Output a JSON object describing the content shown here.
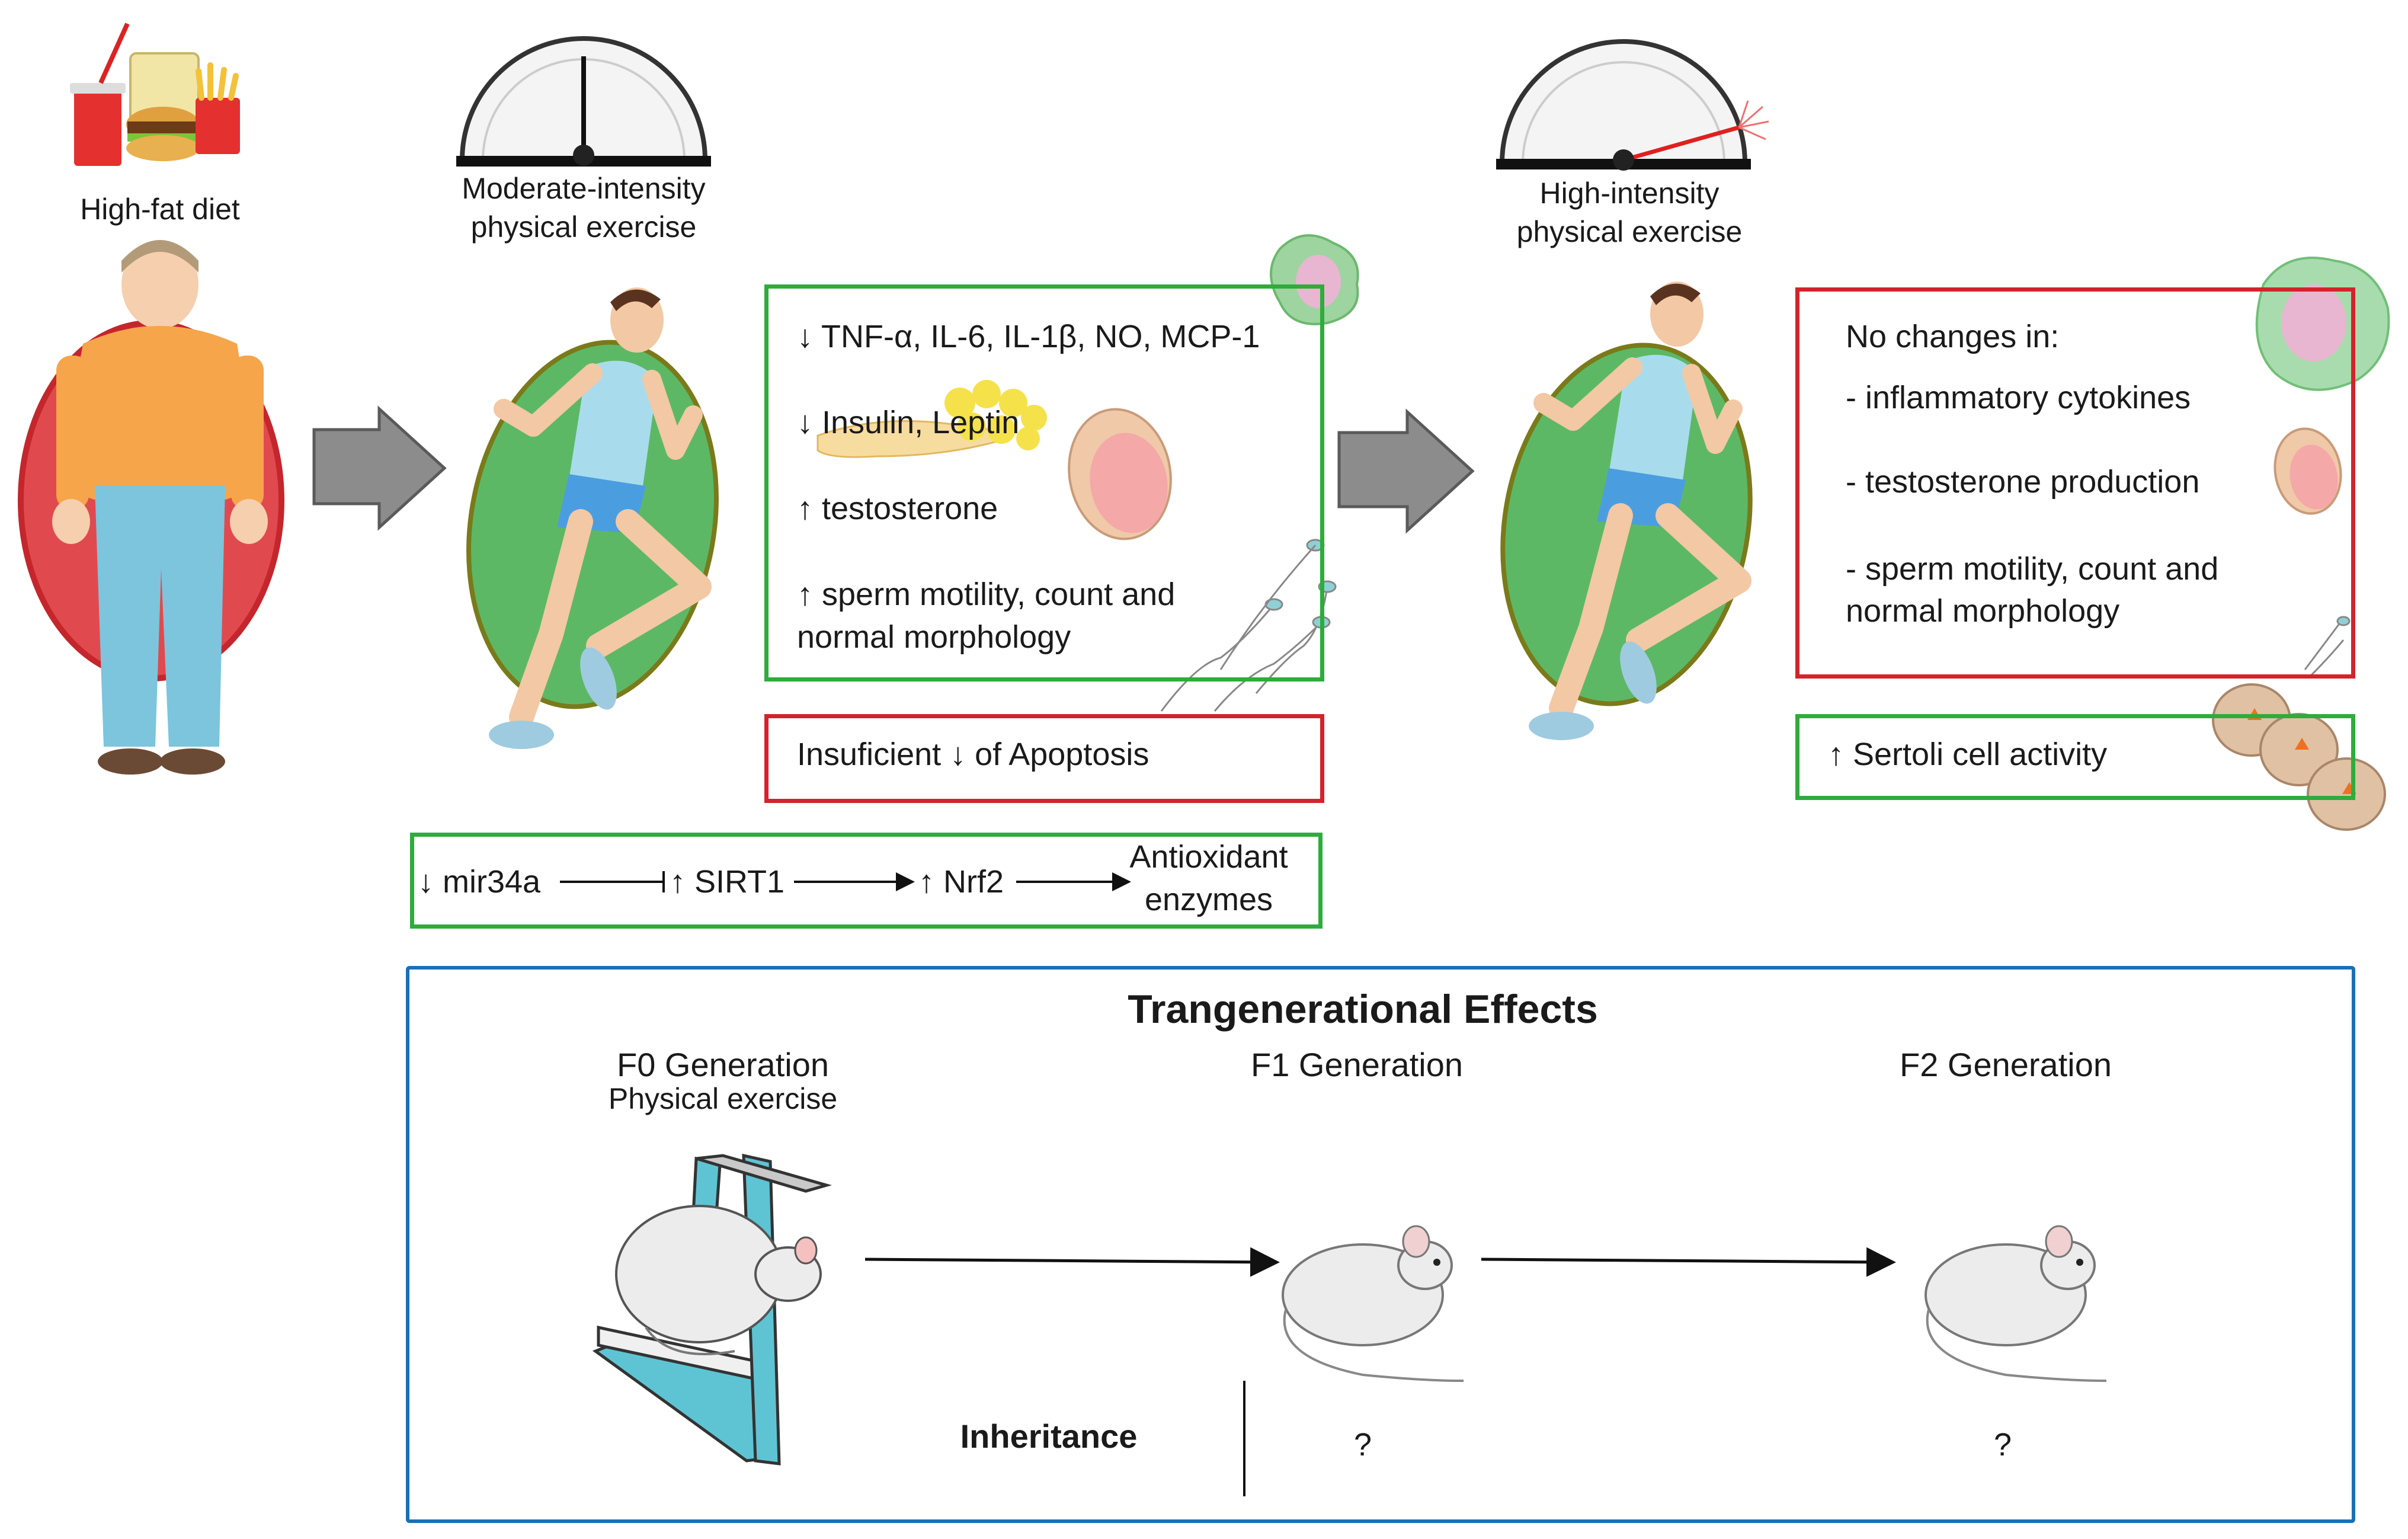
{
  "colors": {
    "green_border": "#2eac3c",
    "red_border": "#d3232b",
    "blue_border": "#1b6fb5",
    "gray_arrow": "#8c8c8c",
    "green_circle": "#5db865",
    "red_circle": "#e04a4f",
    "gauge_needle_high": "#e02020"
  },
  "top": {
    "high_fat_label": "High-fat diet",
    "moderate_label_1": "Moderate-intensity",
    "moderate_label_2": "physical exercise",
    "high_label_1": "High-intensity",
    "high_label_2": "physical exercise"
  },
  "moderate_box": {
    "line1": "↓ TNF-α, IL-6, IL-1β, NO, MCP-1",
    "line2": "↓ Insulin, Leptin",
    "line3": "↑ testosterone",
    "line4a": "↑ sperm motility, count and",
    "line4b": "normal morphology"
  },
  "apoptosis_box": {
    "text": "Insuficient ↓ of Apoptosis"
  },
  "pathway": {
    "mir": "↓ mir34a",
    "sirt": "↑ SIRT1",
    "nrf": "↑ Nrf2",
    "end1": "Antioxidant",
    "end2": "enzymes"
  },
  "high_box": {
    "title": "No changes in:",
    "item1": "- inflammatory cytokines",
    "item2": "- testosterone production",
    "item3a": "- sperm motility, count and",
    "item3b": "normal morphology"
  },
  "sertoli_box": {
    "text": "↑ Sertoli cell activity"
  },
  "trans": {
    "title": "Trangenerational Effects",
    "f0_title": "F0 Generation",
    "f0_sub": "Physical exercise",
    "f1_title": "F1 Generation",
    "f2_title": "F2 Generation",
    "inheritance": "Inheritance",
    "f1_q": "?",
    "f2_q": "?"
  }
}
